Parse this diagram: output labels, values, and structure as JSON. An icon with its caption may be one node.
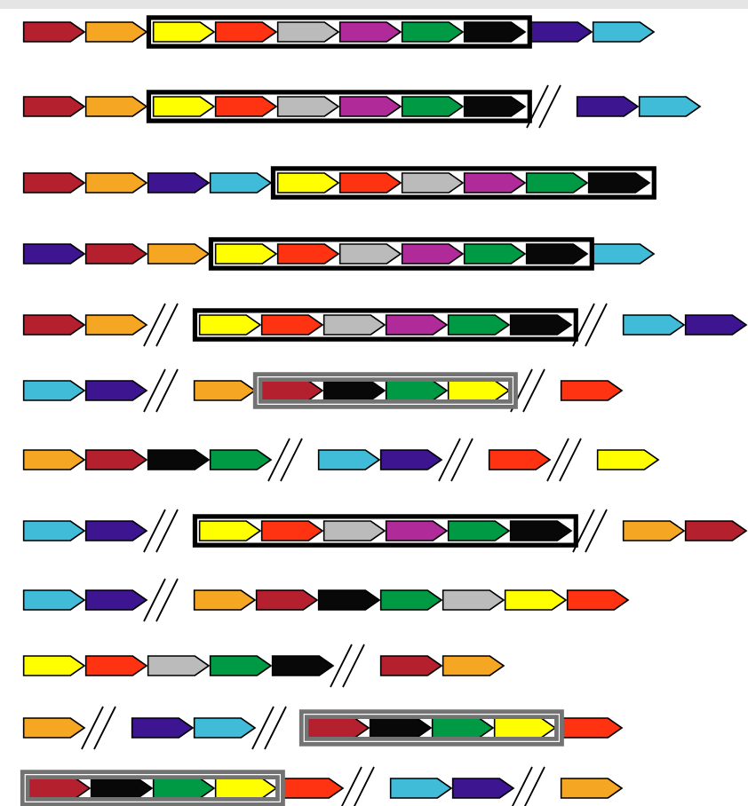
{
  "diagram": {
    "nodes": [
      {
        "text": [],
        "shape": "pentagon"
      },
      {
        "text": [],
        "shape": "pentagon"
      },
      {
        "text": [],
        "shape": "box"
      },
      {
        "text": [],
        "shape": "pentagon",
        "in": 2
      },
      {
        "text": [],
        "shape": "pentagon",
        "in": 2
      },
      {
        "text": [],
        "shape": "pentagon",
        "in": 2
      },
      {
        "text": [],
        "shape": "pentagon",
        "in": 2
      },
      {
        "text": [],
        "shape": "pentagon",
        "in": 2
      },
      {
        "text": [],
        "shape": "pentagon",
        "in": 2
      },
      {
        "text": [],
        "shape": "pentagon"
      },
      {
        "text": [],
        "shape": "pentagon"
      },
      {
        "text": [],
        "shape": "pentagon"
      },
      {
        "text": [],
        "shape": "pentagon"
      },
      {
        "text": [],
        "shape": "box"
      },
      {
        "text": [],
        "shape": "pentagon",
        "in": 13
      },
      {
        "text": [],
        "shape": "pentagon",
        "in": 13
      },
      {
        "text": [],
        "shape": "pentagon",
        "in": 13
      },
      {
        "text": [],
        "shape": "pentagon",
        "in": 13
      },
      {
        "text": [],
        "shape": "pentagon",
        "in": 13
      },
      {
        "text": [],
        "shape": "pentagon",
        "in": 13
      },
      {
        "text": [],
        "shape": "pentagon"
      },
      {
        "text": [],
        "shape": "pentagon"
      },
      {
        "text": [],
        "shape": "pentagon"
      },
      {
        "text": [],
        "shape": "pentagon"
      },
      {
        "text": [],
        "shape": "pentagon"
      },
      {
        "text": [],
        "shape": "pentagon"
      },
      {
        "text": [],
        "shape": "box"
      },
      {
        "text": [],
        "shape": "pentagon",
        "in": 26
      },
      {
        "text": [],
        "shape": "pentagon",
        "in": 26
      },
      {
        "text": [],
        "shape": "pentagon",
        "in": 26
      },
      {
        "text": [],
        "shape": "pentagon",
        "in": 26
      },
      {
        "text": [],
        "shape": "pentagon",
        "in": 26
      },
      {
        "text": [],
        "shape": "pentagon",
        "in": 26
      },
      {
        "text": [],
        "shape": "pentagon"
      },
      {
        "text": [],
        "shape": "pentagon"
      },
      {
        "text": [],
        "shape": "pentagon"
      },
      {
        "text": [],
        "shape": "box"
      },
      {
        "text": [],
        "shape": "pentagon",
        "in": 36
      },
      {
        "text": [],
        "shape": "pentagon",
        "in": 36
      },
      {
        "text": [],
        "shape": "pentagon",
        "in": 36
      },
      {
        "text": [],
        "shape": "pentagon",
        "in": 36
      },
      {
        "text": [],
        "shape": "pentagon",
        "in": 36
      },
      {
        "text": [],
        "shape": "pentagon",
        "in": 36
      },
      {
        "text": [],
        "shape": "pentagon"
      },
      {
        "text": [],
        "shape": "pentagon"
      },
      {
        "text": [],
        "shape": "pentagon"
      },
      {
        "text": [],
        "shape": "box"
      },
      {
        "text": [],
        "shape": "pentagon",
        "in": 46
      },
      {
        "text": [],
        "shape": "pentagon",
        "in": 46
      },
      {
        "text": [],
        "shape": "pentagon",
        "in": 46
      },
      {
        "text": [],
        "shape": "pentagon",
        "in": 46
      },
      {
        "text": [],
        "shape": "pentagon",
        "in": 46
      },
      {
        "text": [],
        "shape": "pentagon",
        "in": 46
      },
      {
        "text": [],
        "shape": "pentagon"
      },
      {
        "text": [],
        "shape": "pentagon"
      },
      {
        "text": [],
        "shape": "pentagon"
      },
      {
        "text": [],
        "shape": "pentagon"
      },
      {
        "text": [],
        "shape": "pentagon"
      },
      {
        "text": [],
        "shape": "box"
      },
      {
        "text": [],
        "shape": "pentagon",
        "in": 58
      },
      {
        "text": [],
        "shape": "pentagon",
        "in": 58
      },
      {
        "text": [],
        "shape": "pentagon",
        "in": 58
      },
      {
        "text": [],
        "shape": "pentagon",
        "in": 58
      },
      {
        "text": [],
        "shape": "pentagon"
      },
      {
        "text": [],
        "shape": "pentagon"
      },
      {
        "text": [],
        "shape": "pentagon"
      },
      {
        "text": [],
        "shape": "pentagon"
      },
      {
        "text": [],
        "shape": "pentagon"
      },
      {
        "text": [],
        "shape": "pentagon"
      },
      {
        "text": [],
        "shape": "pentagon"
      },
      {
        "text": [],
        "shape": "pentagon"
      },
      {
        "text": [],
        "shape": "pentagon"
      },
      {
        "text": [],
        "shape": "pentagon"
      },
      {
        "text": [],
        "shape": "pentagon"
      },
      {
        "text": [],
        "shape": "box"
      },
      {
        "text": [],
        "shape": "pentagon",
        "in": 74
      },
      {
        "text": [],
        "shape": "pentagon",
        "in": 74
      },
      {
        "text": [],
        "shape": "pentagon",
        "in": 74
      },
      {
        "text": [],
        "shape": "pentagon",
        "in": 74
      },
      {
        "text": [],
        "shape": "pentagon",
        "in": 74
      },
      {
        "text": [],
        "shape": "pentagon",
        "in": 74
      },
      {
        "text": [],
        "shape": "pentagon"
      },
      {
        "text": [],
        "shape": "pentagon"
      },
      {
        "text": [],
        "shape": "pentagon"
      },
      {
        "text": [],
        "shape": "pentagon"
      },
      {
        "text": [],
        "shape": "pentagon"
      },
      {
        "text": [],
        "shape": "pentagon"
      },
      {
        "text": [],
        "shape": "pentagon"
      },
      {
        "text": [],
        "shape": "pentagon"
      },
      {
        "text": [],
        "shape": "pentagon"
      },
      {
        "text": [],
        "shape": "pentagon"
      },
      {
        "text": [],
        "shape": "pentagon"
      },
      {
        "text": [],
        "shape": "pentagon"
      },
      {
        "text": [],
        "shape": "pentagon"
      },
      {
        "text": [],
        "shape": "pentagon"
      },
      {
        "text": [],
        "shape": "pentagon"
      },
      {
        "text": [],
        "shape": "pentagon"
      },
      {
        "text": [],
        "shape": "pentagon"
      },
      {
        "text": [],
        "shape": "pentagon"
      },
      {
        "text": [],
        "shape": "pentagon"
      },
      {
        "text": [],
        "shape": "pentagon"
      },
      {
        "text": [],
        "shape": "pentagon"
      },
      {
        "text": [],
        "shape": "box"
      },
      {
        "text": [],
        "shape": "pentagon",
        "in": 102
      },
      {
        "text": [],
        "shape": "pentagon",
        "in": 102
      },
      {
        "text": [],
        "shape": "pentagon",
        "in": 102
      },
      {
        "text": [],
        "shape": "pentagon",
        "in": 102
      },
      {
        "text": [],
        "shape": "pentagon"
      },
      {
        "text": [],
        "shape": "box"
      },
      {
        "text": [],
        "shape": "pentagon",
        "in": 108
      },
      {
        "text": [],
        "shape": "pentagon",
        "in": 108
      },
      {
        "text": [],
        "shape": "pentagon",
        "in": 108
      },
      {
        "text": [],
        "shape": "pentagon",
        "in": 108
      },
      {
        "text": [],
        "shape": "pentagon"
      },
      {
        "text": [],
        "shape": "pentagon"
      },
      {
        "text": [],
        "shape": "pentagon"
      },
      {
        "text": [],
        "shape": "pentagon"
      }
    ]
  }
}
